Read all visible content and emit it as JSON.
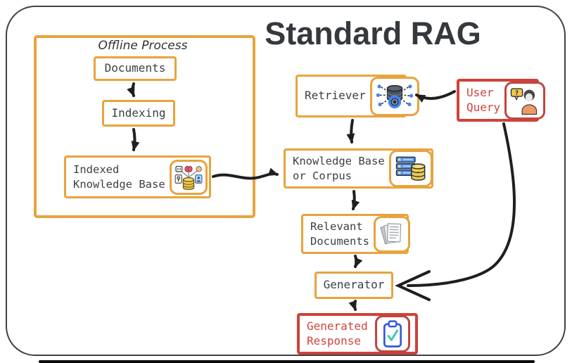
{
  "title": "Standard RAG",
  "colors": {
    "orange": "#E8A33D",
    "red": "#CE423B",
    "ink": "#3B4045",
    "red_text": "#D0453C",
    "arrow": "#1F1F1F",
    "frame": "#3F4347",
    "bg": "#FFFFFF"
  },
  "offline_process": {
    "label": "Offline Process",
    "documents": {
      "label": "Documents"
    },
    "indexing": {
      "label": "Indexing"
    },
    "indexed_knowledge_base": {
      "line1": "Indexed",
      "line2": "Knowledge Base",
      "icon": "knowledge-graph-database-icon"
    }
  },
  "online_flow": {
    "retriever": {
      "label": "Retriever",
      "icon": "database-search-icon"
    },
    "knowledge_base_or_corpus": {
      "line1": "Knowledge Base",
      "line2": "or Corpus",
      "icon": "server-database-icon"
    },
    "relevant_documents": {
      "line1": "Relevant",
      "line2": "Documents",
      "icon": "documents-stack-icon"
    },
    "generator": {
      "label": "Generator"
    },
    "generated_response": {
      "line1": "Generated",
      "line2": "Response",
      "icon": "clipboard-check-icon"
    }
  },
  "user_query": {
    "line1": "User",
    "line2": "Query",
    "icon": "person-question-icon"
  },
  "edges": [
    {
      "from": "documents",
      "to": "indexing"
    },
    {
      "from": "indexing",
      "to": "indexed-knowledge-base"
    },
    {
      "from": "indexed-knowledge-base",
      "to": "knowledge-base-or-corpus"
    },
    {
      "from": "user-query",
      "to": "retriever"
    },
    {
      "from": "retriever",
      "to": "knowledge-base-or-corpus"
    },
    {
      "from": "knowledge-base-or-corpus",
      "to": "relevant-documents"
    },
    {
      "from": "relevant-documents",
      "to": "generator"
    },
    {
      "from": "generator",
      "to": "generated-response"
    },
    {
      "from": "user-query",
      "to": "generator"
    }
  ]
}
